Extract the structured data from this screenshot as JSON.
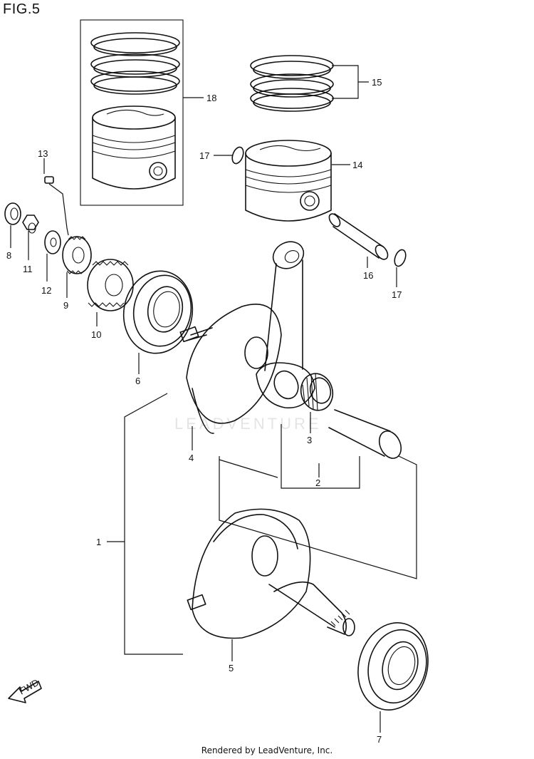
{
  "title": "FIG.5",
  "watermark": "LEADVENTURE",
  "footer": "Rendered by LeadVenture, Inc.",
  "fwd_label": "FWD",
  "callouts": {
    "c1": "1",
    "c2": "2",
    "c3": "3",
    "c4": "4",
    "c5": "5",
    "c6": "6",
    "c7": "7",
    "c8": "8",
    "c9": "9",
    "c10": "10",
    "c11": "11",
    "c12": "12",
    "c13": "13",
    "c14": "14",
    "c15": "15",
    "c16": "16",
    "c17a": "17",
    "c17b": "17",
    "c18": "18"
  }
}
